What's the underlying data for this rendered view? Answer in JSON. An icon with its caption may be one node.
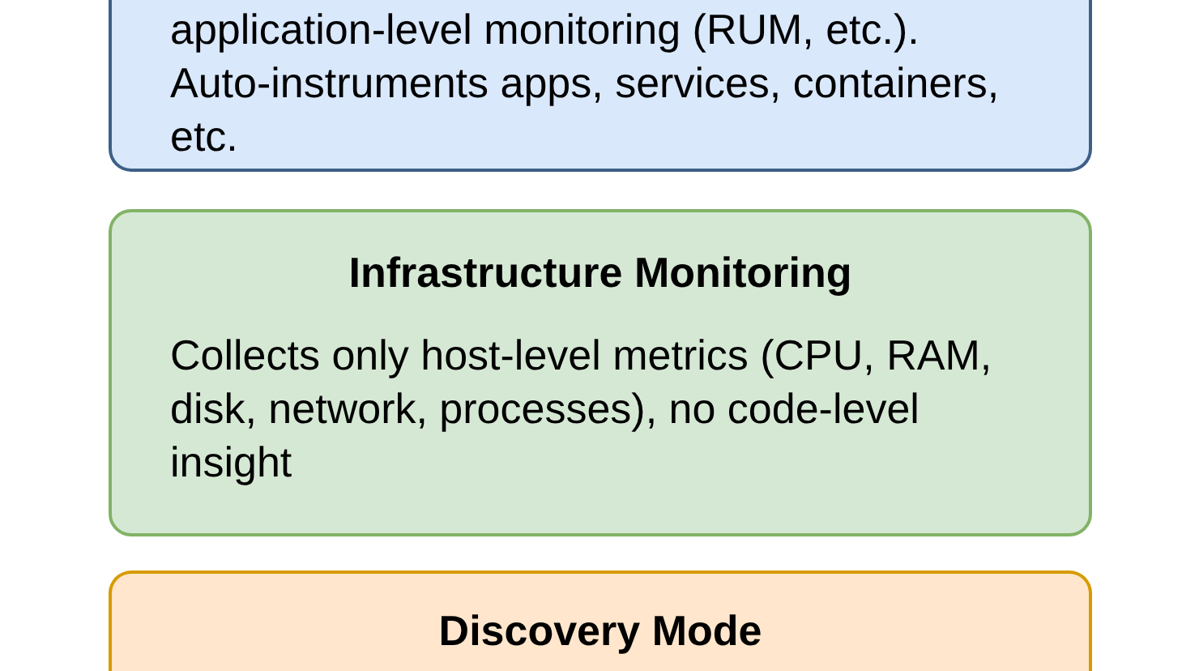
{
  "diagram": {
    "nodes": [
      {
        "text": [
          "application-level monitoring (RUM, etc.). Auto-instruments apps, services, containers, etc."
        ]
      },
      {
        "text": [
          "Infrastructure Monitoring",
          "Collects only host-level metrics (CPU, RAM, disk, network, processes), no code-level insight"
        ]
      },
      {
        "text": [
          "Discovery Mode"
        ]
      }
    ]
  }
}
